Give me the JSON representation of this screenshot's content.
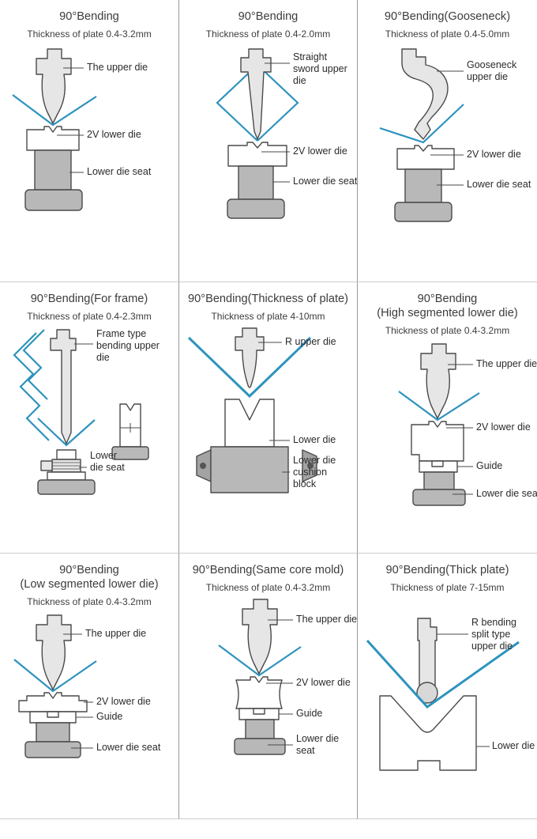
{
  "colors": {
    "sheet_metal_blue": "#2e93be",
    "outline_gray": "#4a4a4a",
    "die_fill_light": "#e6e6e6",
    "seat_fill_gray": "#b8b8b8",
    "divider_vertical": "#9a9a9a",
    "divider_horizontal": "#cccccc"
  },
  "cells": [
    {
      "title": "90°Bending",
      "subtitle": "Thickness of plate 0.4-3.2mm",
      "labels": [
        "The upper die",
        "2V lower die",
        "Lower die seat"
      ]
    },
    {
      "title": "90°Bending",
      "subtitle": "Thickness of plate 0.4-2.0mm",
      "labels": [
        "Straight sword upper die",
        "2V lower die",
        "Lower die seat"
      ]
    },
    {
      "title": "90°Bending(Gooseneck)",
      "subtitle": "Thickness of plate 0.4-5.0mm",
      "labels": [
        "Gooseneck upper die",
        "2V lower die",
        "Lower die seat"
      ]
    },
    {
      "title": "90°Bending(For frame)",
      "subtitle": "Thickness of plate 0.4-2.3mm",
      "labels": [
        "Frame type bending upper die",
        "Lower die seat"
      ]
    },
    {
      "title": "90°Bending(Thickness of plate)",
      "subtitle": "Thickness of plate 4-10mm",
      "labels": [
        "R upper die",
        "Lower die",
        "Lower die cushion block"
      ]
    },
    {
      "title": "90°Bending",
      "title2": "(High segmented lower die)",
      "subtitle": "Thickness of plate 0.4-3.2mm",
      "labels": [
        "The upper die",
        "2V lower die",
        "Guide",
        "Lower die seat"
      ]
    },
    {
      "title": "90°Bending",
      "title2": "(Low segmented lower die)",
      "subtitle": "Thickness of plate 0.4-3.2mm",
      "labels": [
        "The upper die",
        "2V lower die",
        "Guide",
        "Lower die seat"
      ]
    },
    {
      "title": "90°Bending(Same core mold)",
      "subtitle": "Thickness of plate 0.4-3.2mm",
      "labels": [
        "The upper die",
        "2V lower die",
        "Guide",
        "Lower die seat"
      ]
    },
    {
      "title": "90°Bending(Thick plate)",
      "subtitle": "Thickness of plate 7-15mm",
      "labels": [
        "R bending split type upper die",
        "Lower die"
      ]
    }
  ]
}
